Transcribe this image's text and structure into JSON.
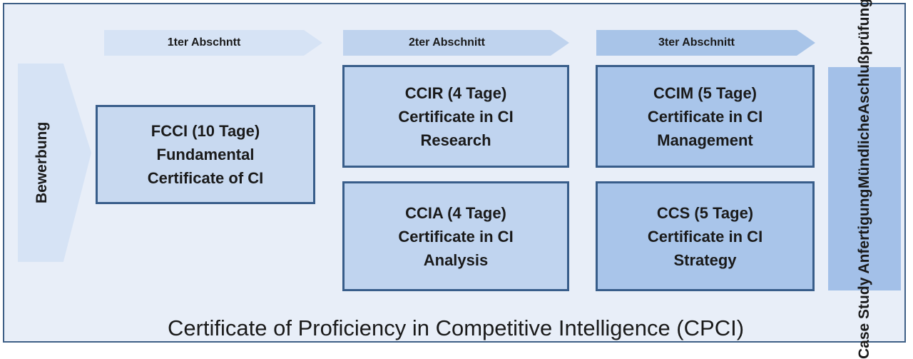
{
  "phases": [
    "1ter Abschntt",
    "2ter Abschnitt",
    "3ter Abschnitt"
  ],
  "entry": "Bewerbung",
  "boxes": {
    "fcci": [
      "FCCI (10 Tage)",
      "Fundamental",
      "Certificate of CI"
    ],
    "ccir": [
      "CCIR (4 Tage)",
      "Certificate in CI",
      "Research"
    ],
    "ccia": [
      "CCIA (4 Tage)",
      "Certificate in CI",
      "Analysis"
    ],
    "ccim": [
      "CCIM (5 Tage)",
      "Certificate in CI",
      "Management"
    ],
    "ccs": [
      "CCS (5 Tage)",
      "Certificate in CI",
      "Strategy"
    ]
  },
  "final": [
    "Case Study Anfertigung",
    "Mündliche",
    "Aschlußprüfung"
  ],
  "footer": "Certificate of Proficiency in Competitive Intelligence (CPCI)",
  "colors": {
    "background": "#e8eef8",
    "border": "#385d8a",
    "phase_1": "#d6e3f5",
    "phase_2": "#bfd3ee",
    "phase_3": "#a8c4e8"
  }
}
